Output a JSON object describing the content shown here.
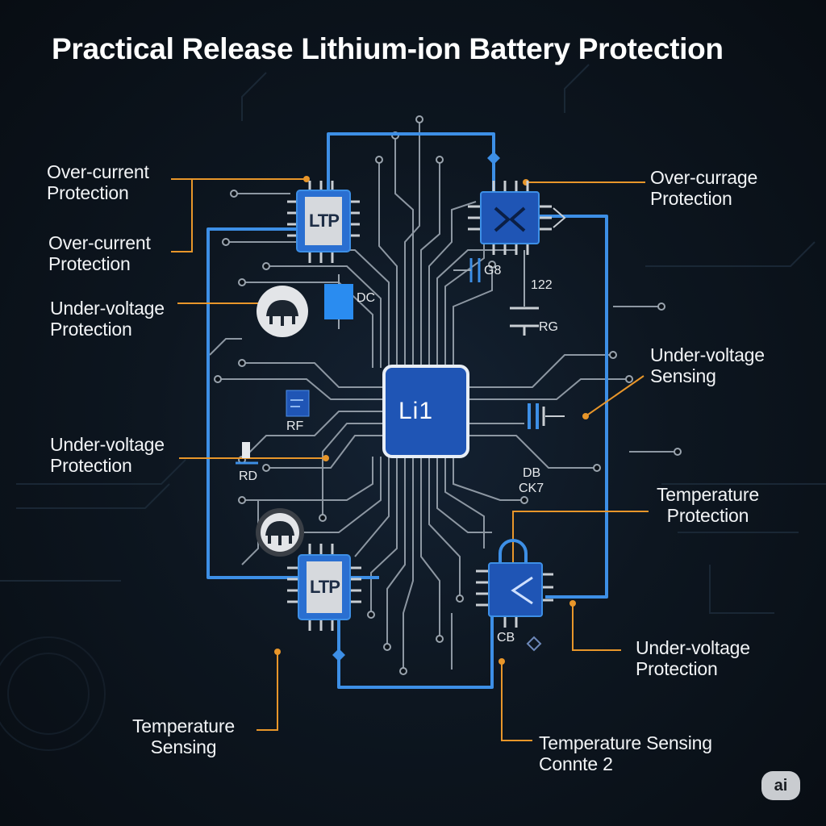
{
  "title": "Practical Release Lithium-ion Battery Protection",
  "callouts": {
    "over_current_1": "Over-current\nProtection",
    "over_current_2": "Over-current\nProtection",
    "under_voltage_left_1": "Under-voltage\nProtection",
    "under_voltage_left_2": "Under-voltage\nProtection",
    "temp_sensing_left": "Temperature\nSensing",
    "over_currage": "Over-currage\nProtection",
    "under_voltage_sensing": "Under-voltage\nSensing",
    "temp_protection": "Temperature\nProtection",
    "under_voltage_right": "Under-voltage\nProtection",
    "temp_sensing_conn": "Temperature Sensing\nConnte 2"
  },
  "components": {
    "main_chip": "Li1",
    "chip_top_left": "LTP",
    "chip_bottom_left": "LTP",
    "dc": "DC",
    "rf": "RF",
    "rd": "RD",
    "g8": "G8",
    "n122": "122",
    "rg": "RG",
    "db": "DB",
    "ck7": "CK7",
    "cb": "CB"
  },
  "colors": {
    "trace": "#8d97a2",
    "bus": "#3d8fe6",
    "leader": "#e8962a",
    "chip_blue": "#1f55b5"
  },
  "badge": "ai"
}
